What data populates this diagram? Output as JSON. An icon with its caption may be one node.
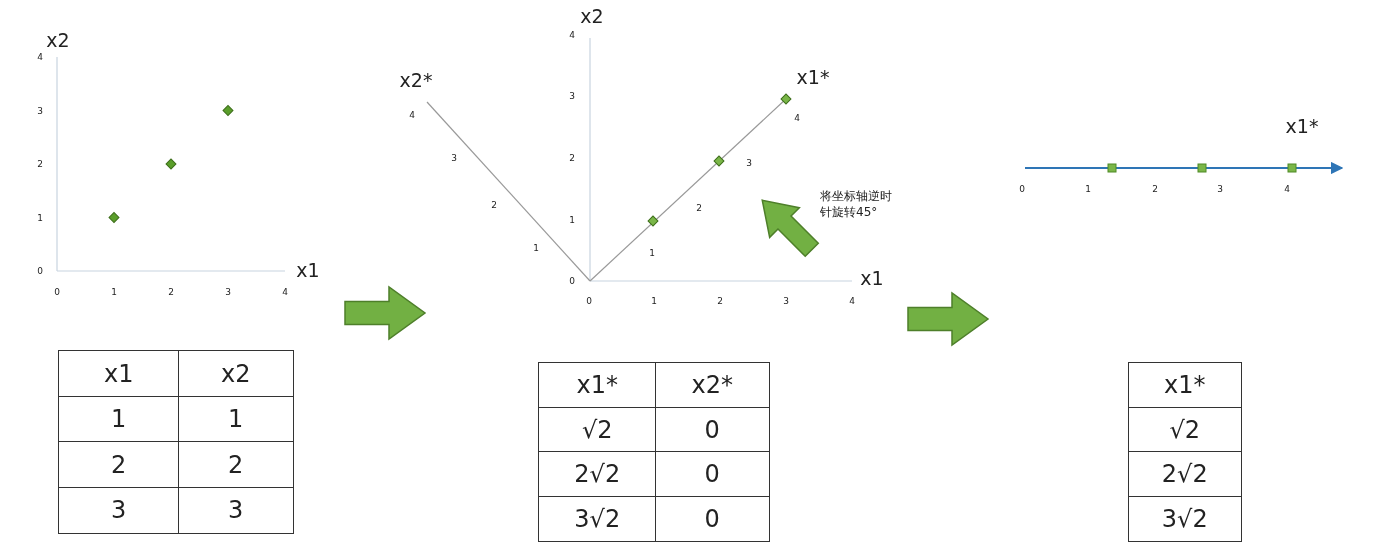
{
  "diagram": {
    "labels": [
      "x2",
      "4",
      "3",
      "2",
      "1",
      "0",
      "x2*",
      "4",
      "3",
      "2",
      "1",
      "x1*",
      "4",
      "3",
      "2",
      "1",
      "将坐标轴逆时针旋转45°",
      "x1",
      "0",
      "1",
      "2",
      "3",
      "4",
      "x1*",
      "0",
      "1",
      "2",
      "3",
      "4",
      "x1",
      "x2",
      "1",
      "1",
      "2",
      "2",
      "3",
      "3",
      "x1*",
      "x2*",
      "√2",
      "0",
      "2√2",
      "0",
      "3√2",
      "0",
      "x1*",
      "√2",
      "2√2",
      "3√2"
    ],
    "chart_data": {
      "type": "scatter",
      "xlabel": "x1",
      "ylabel": "x2",
      "x": [
        1,
        2,
        3
      ],
      "series": [
        {
          "color": "#5a9e2a",
          "values": [
            1,
            2,
            3
          ]
        }
      ],
      "xlim": [
        0,
        4
      ],
      "ylim": [
        0,
        4
      ],
      "xticks": [
        0,
        1,
        2,
        3,
        4
      ],
      "yticks": [
        0,
        1,
        2,
        3,
        4
      ]
    }
  }
}
